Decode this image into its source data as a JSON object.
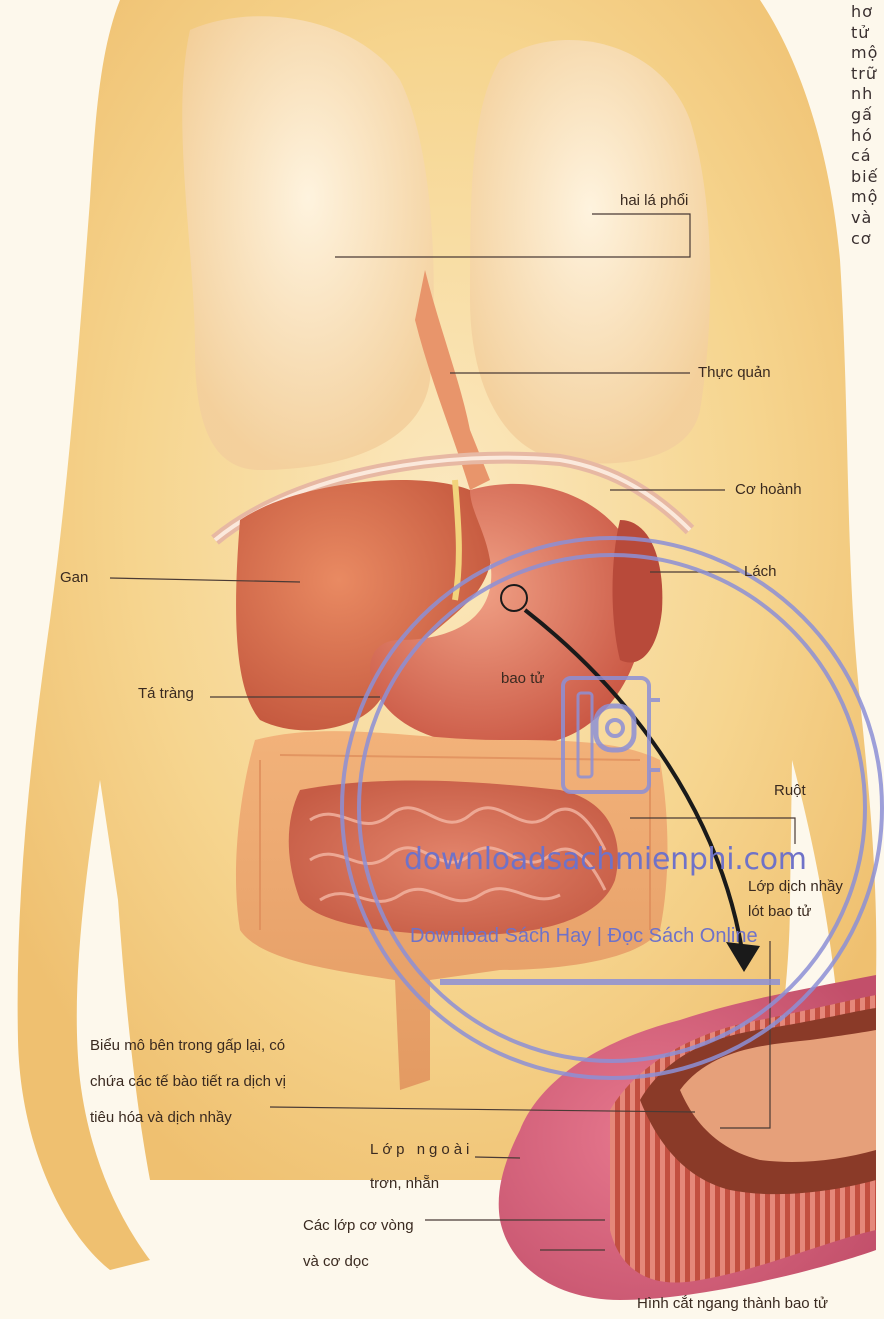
{
  "side_text_lines": [
    "hơ",
    "tử",
    "mộ",
    "trữ",
    "nh",
    "gấ",
    "hó",
    "cá",
    "biế",
    "mộ",
    "và",
    "cơ"
  ],
  "labels": {
    "lungs": "hai lá phổi",
    "esophagus": "Thực quản",
    "diaphragm": "Cơ hoành",
    "liver": "Gan",
    "spleen": "Lách",
    "duodenum": "Tá tràng",
    "stomach": "bao tử",
    "intestine": "Ruột",
    "mucus_line1": "Lớp dịch nhầy",
    "mucus_line2": "lót bao tử",
    "epithelium_line1": "Biểu mô bên trong gấp lại, có",
    "epithelium_line2": "chứa các tế bào tiết ra dịch vị",
    "epithelium_line3": "tiêu hóa và dịch nhầy",
    "outer_line1": "Lớp ngoài",
    "outer_line2": "trơn, nhẵn",
    "muscle_line1": "Các lớp cơ vòng",
    "muscle_line2": "và cơ dọc",
    "caption": "Hình cắt ngang thành bao tử"
  },
  "watermark": {
    "site": "downloadsachmienphi.com",
    "tagline": "Download Sách Hay | Đọc Sách Online"
  },
  "colors": {
    "skin": "#f6d99a",
    "organ": "#d86a4c",
    "watermark": "#6f72c8",
    "arrow": "#1a1a1a"
  }
}
